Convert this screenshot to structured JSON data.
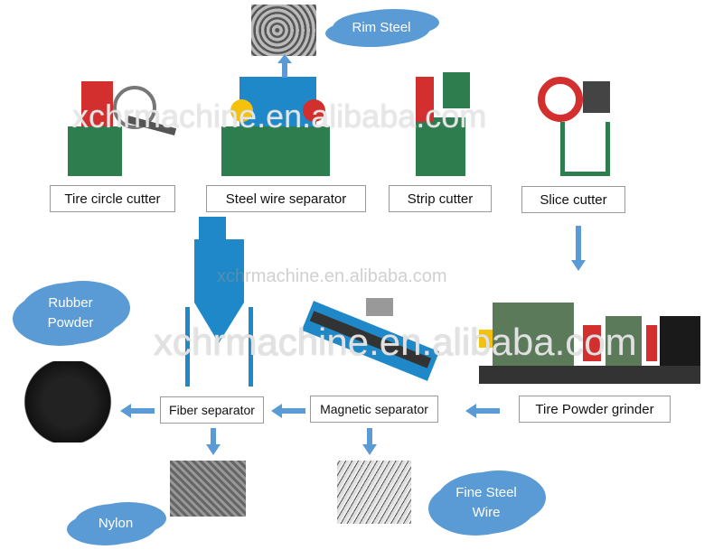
{
  "top_row": {
    "labels": [
      "Tire circle cutter",
      "Steel wire separator",
      "Strip cutter",
      "Slice cutter"
    ]
  },
  "bottom_row": {
    "labels": [
      "Fiber separator",
      "Magnetic separator",
      "Tire Powder grinder"
    ]
  },
  "clouds": {
    "rim_steel": "Rim Steel",
    "rubber_powder_1": "Rubber",
    "rubber_powder_2": "Powder",
    "nylon": "Nylon",
    "fine_steel_1": "Fine Steel",
    "fine_steel_2": "Wire"
  },
  "watermarks": [
    "xchrmachine.en.alibaba.com",
    "xchrmachine.en.alibaba.com",
    "xchrmachine.en.alibaba.com"
  ],
  "colors": {
    "cloud": "#5b9bd5",
    "arrow": "#5b9bd5"
  }
}
